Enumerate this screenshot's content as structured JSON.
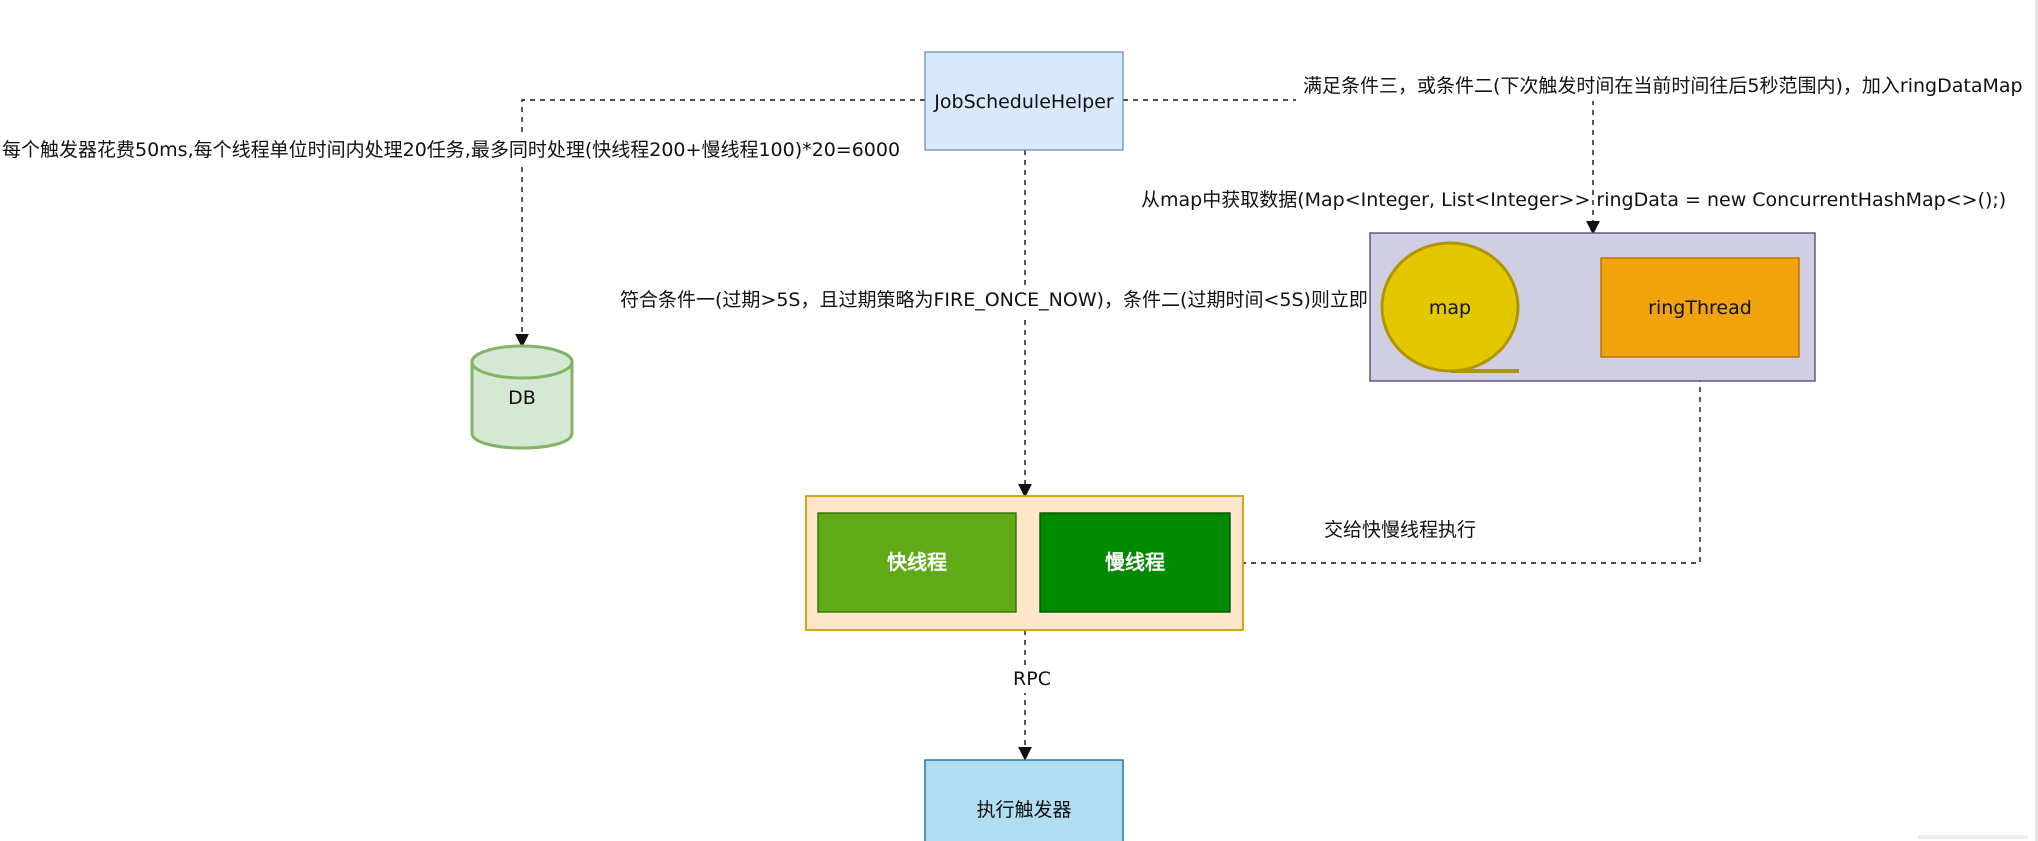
{
  "nodes": {
    "job_schedule_helper": "JobScheduleHelper",
    "db": "DB",
    "map": "map",
    "ring_thread": "ringThread",
    "fast_thread": "快线程",
    "slow_thread": "慢线程",
    "executor": "执行触发器"
  },
  "labels": {
    "throughput": "每个触发器花费50ms,每个线程单位时间内处理20任务,最多同时处理(快线程200+慢线程100)*20=6000",
    "condition_three": "满足条件三，或条件二(下次触发时间在当前时间往后5秒范围内)，加入ringDataMap",
    "map_fetch": "从map中获取数据(Map<Integer, List<Integer>> ringData = new ConcurrentHashMap<>();)",
    "condition_one": "符合条件一(过期>5S，且过期策略为FIRE_ONCE_NOW)，条件二(过期时间<5S)则立即",
    "hand_to_threads": "交给快慢线程执行",
    "rpc": "RPC"
  },
  "colors": {
    "helper_fill": "#dae8fc",
    "helper_stroke": "#6c8ebf",
    "db_fill": "#d5e8d4",
    "db_stroke": "#82b366",
    "ring_container_fill": "#d0cee2",
    "ring_container_stroke": "#56517e",
    "map_fill": "#e3c800",
    "map_stroke": "#b09500",
    "ring_thread_fill": "#f0a30a",
    "ring_thread_stroke": "#bd7000",
    "thread_pool_fill": "#ffe6cc",
    "thread_pool_stroke": "#d79b00",
    "fast_fill": "#60a917",
    "fast_stroke": "#2d7600",
    "slow_fill": "#008a00",
    "slow_stroke": "#005700",
    "executor_fill": "#b1ddf0",
    "executor_stroke": "#10739e"
  }
}
